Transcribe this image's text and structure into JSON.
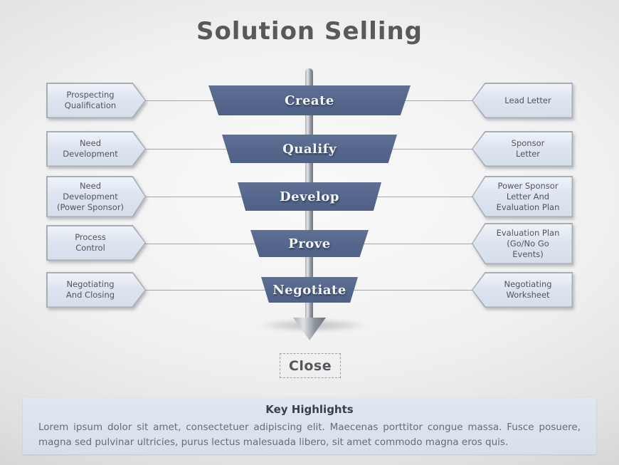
{
  "title": "Solution Selling",
  "funnel": {
    "rows": [
      {
        "left": "Prospecting\nQualification",
        "stage": "Create",
        "right": "Lead Letter"
      },
      {
        "left": "Need\nDevelopment",
        "stage": "Qualify",
        "right": "Sponsor\nLetter"
      },
      {
        "left": "Need\nDevelopment\n(Power Sponsor)",
        "stage": "Develop",
        "right": "Power Sponsor\nLetter And\nEvaluation Plan"
      },
      {
        "left": "Process\nControl",
        "stage": "Prove",
        "right": "Evaluation Plan\n(Go/No Go\nEvents)"
      },
      {
        "left": "Negotiating\nAnd Closing",
        "stage": "Negotiate",
        "right": "Negotiating\nWorksheet"
      }
    ],
    "final_stage": "Close"
  },
  "highlights": {
    "title": "Key Highlights",
    "body": "Lorem ipsum dolor sit amet, consectetuer adipiscing elit. Maecenas porttitor congue massa. Fusce posuere, magna sed pulvinar ultricies, purus lectus malesuada libero, sit amet commodo magna eros quis."
  },
  "colors": {
    "funnel_fill": "#54668b",
    "label_fill": "#dde4f0",
    "label_border": "#a8adb6",
    "title_text": "#58595b",
    "highlights_bg": "#dbe3ee"
  }
}
